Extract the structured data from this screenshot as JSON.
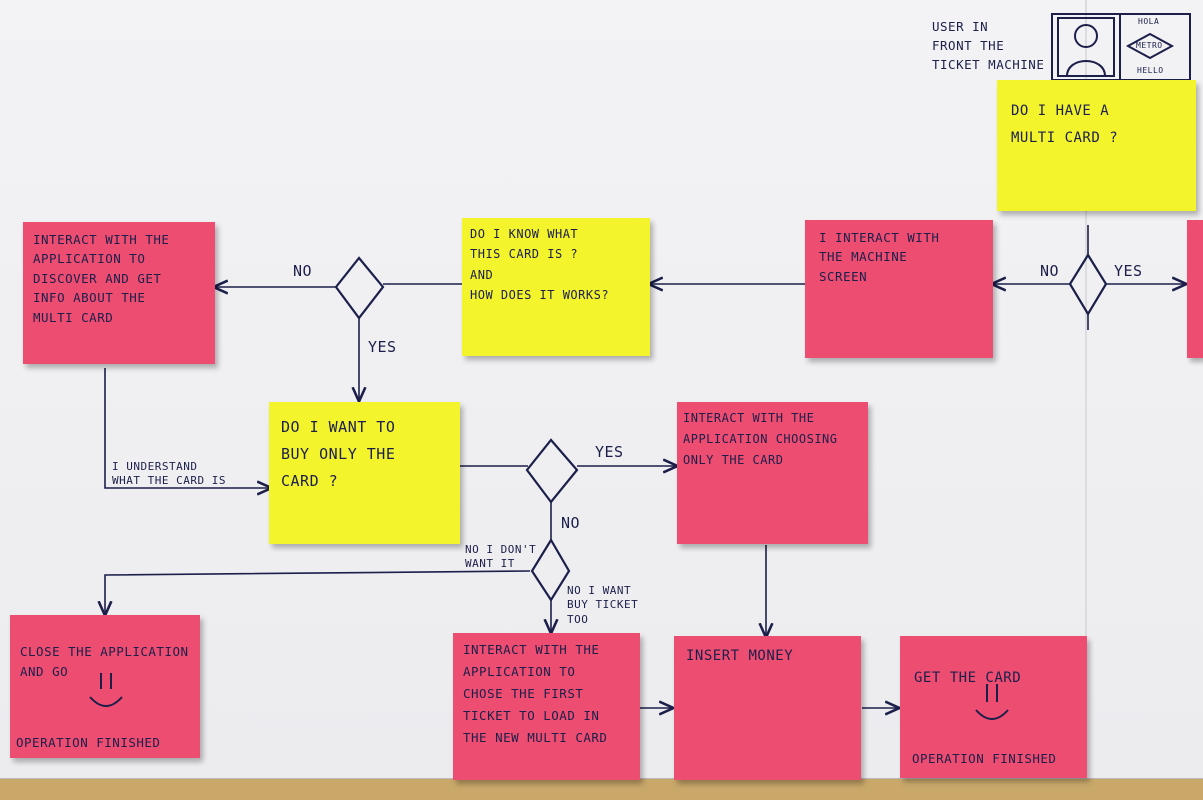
{
  "header": {
    "user_label": "USER IN\nFRONT THE\nTICKET MACHINE",
    "machine_hola": "HOLA",
    "machine_metro": "METRO",
    "machine_hello": "HELLO"
  },
  "notes": {
    "multi_card_q": "DO I HAVE A\nMULTI CARD ?",
    "interact_screen": "I INTERACT WITH\nTHE MACHINE\nSCREEN",
    "know_card": "DO I KNOW WHAT\nTHIS CARD IS ?\n            AND\nHOW DOES IT WORKS?",
    "interact_discover": "INTERACT WITH THE\nAPPLICATION TO\nDISCOVER AND GET\nINFO ABOUT THE\nMULTI CARD",
    "buy_only_card": "DO I WANT TO\nBUY ONLY THE\nCARD ?",
    "choose_card": "INTERACT WITH THE\nAPPLICATION CHOOSING\nONLY THE CARD",
    "close_app": "CLOSE THE APPLICATION\nAND GO",
    "close_finished": "OPERATION FINISHED",
    "choose_ticket": "INTERACT WITH THE\nAPPLICATION TO\nCHOSE THE FIRST\nTICKET TO LOAD IN\nTHE NEW MULTI CARD",
    "insert_money": "INSERT MONEY",
    "get_card": "GET THE CARD",
    "get_finished": "OPERATION FINISHED"
  },
  "labels": {
    "no_right": "NO",
    "yes_right": "YES",
    "no_left": "NO",
    "yes_down": "YES",
    "understand": "I UNDERSTAND\nWHAT THE CARD IS",
    "yes_mid": "YES",
    "no_mid": "NO",
    "dont_want": "NO I DON'T\nWANT IT",
    "want_ticket": "NO I WANT\nBUY TICKET\nTOO"
  },
  "colors": {
    "pink_note": "#ee4d72",
    "yellow_note": "#f4f42c",
    "ink": "#1b1f4a"
  }
}
